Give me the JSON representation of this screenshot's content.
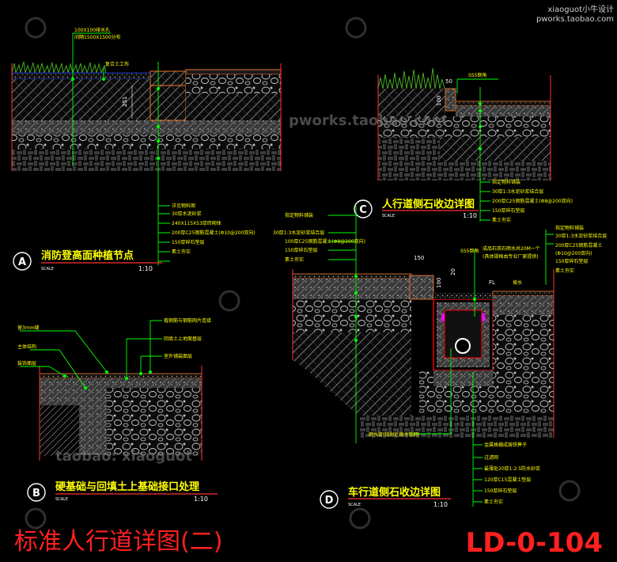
{
  "brand": {
    "top_right_line1": "xiaoguot小牛设计",
    "top_right_line2": "pworks.taobao.com"
  },
  "watermarks": {
    "center": "pworks.taobao.com",
    "bottom_left": "taobao: xiaoguot"
  },
  "sheet": {
    "title": "标准人行道详图(二)",
    "number": "LD-0-104"
  },
  "detail_a": {
    "letter": "A",
    "title": "消防登高面种植节点",
    "scale_label": "SCALE",
    "scale_value": "1:10",
    "dim_251": "251",
    "top_labels": [
      "100X100排水孔",
      "间隔1500X1500分布",
      "复合土工布"
    ],
    "labels": [
      "详见物料图",
      "30厚水泥砂浆",
      "240X115X53厚砖砌体",
      "200厚C25钢筋混凝土(Φ10@200双向)",
      "150厚碎石垫层",
      "素土夯实"
    ]
  },
  "detail_b": {
    "letter": "B",
    "title": "硬基础与回填土上基础接口处理",
    "scale_label": "SCALE",
    "scale_value": "1:10",
    "left_labels": [
      "留3mm缝",
      "主体结构",
      "装饰面层"
    ],
    "right_labels": [
      "植钢筋与钢筋网片连接",
      "回填土上地面基层",
      "室外铺装面层"
    ]
  },
  "detail_c": {
    "letter": "C",
    "title": "人行道侧石收边详图",
    "scale_label": "SCALE",
    "scale_value": "1:10",
    "dims": [
      "50",
      "100"
    ],
    "top_label": "SS5倒角",
    "labels": [
      "指定物料铺装",
      "30厚1:3水泥砂浆结合层",
      "200厚C25钢筋混凝土(Φ8@200双向)",
      "150厚碎石垫层",
      "素土夯实"
    ]
  },
  "detail_d": {
    "letter": "D",
    "title": "车行道侧石收边详图",
    "scale_label": "SCALE",
    "scale_value": "1:10",
    "dims": [
      "150",
      "100",
      "20"
    ],
    "top_label": "SS5倒角",
    "fl": "FL",
    "slope": "坡水",
    "left_labels": [
      "指定物料铺装",
      "30厚1:3水泥砂浆结合层",
      "100厚C25钢筋混凝土(Φ8@200双向)",
      "150厚碎石垫层",
      "素土夯实"
    ],
    "top_note": [
      "成品石英石雨水井20M一个",
      "(具体规格由专业厂家提供)"
    ],
    "right_labels": [
      "指定物料铺装",
      "30厚1:3水泥砂浆结合层",
      "200厚C25钢筋混凝土",
      "(Φ10@200双向)",
      "150厚碎石垫层",
      "素土夯实"
    ],
    "pipe_label": "雨水管(接附近雨水管网)",
    "bottom_labels": [
      "金属格栅成铸铁箅子",
      "过滤网",
      "最薄处20厚1:2.5防水砂浆",
      "120厚C15混凝土垫层",
      "150厚碎石垫层",
      "素土夯实"
    ]
  },
  "colors": {
    "background": "#000000",
    "annotation": "#ffff00",
    "leader": "#00ff00",
    "sheet_title": "#ff2020",
    "concrete": "#777777",
    "brick_line": "#888888",
    "outline_orange": "#c86428",
    "red_outline": "#ff0000",
    "magenta": "#ff00ff",
    "grass": "#44aa22",
    "blue_line": "#00c8ff"
  }
}
